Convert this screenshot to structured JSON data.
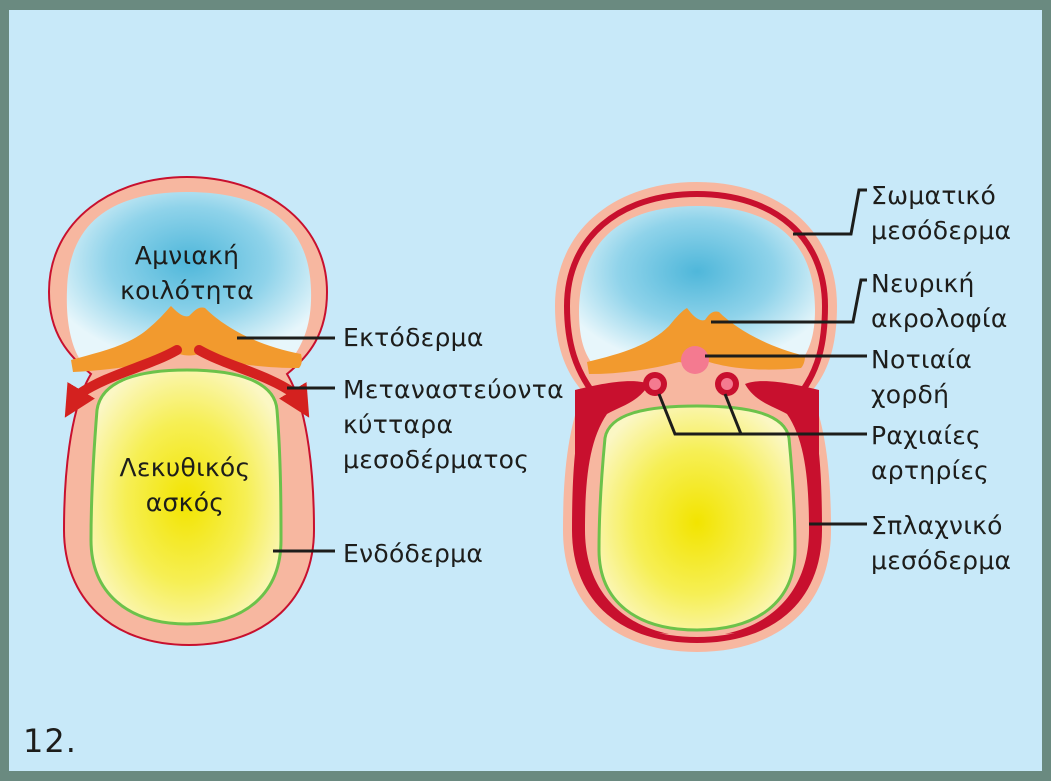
{
  "figure": {
    "number": "12."
  },
  "left_diagram": {
    "amniotic_cavity": [
      "Αμνιακή",
      "κοιλότητα"
    ],
    "yolk_sac": [
      "Λεκυθικός",
      "ασκός"
    ],
    "ectoderm": "Εκτόδερμα",
    "migrating_cells": [
      "Μεταναστεύοντα",
      "κύτταρα",
      "μεσοδέρματος"
    ],
    "endoderm": "Ενδόδερμα"
  },
  "right_diagram": {
    "somatic_mesoderm": [
      "Σωματικό",
      "μεσόδερμα"
    ],
    "neural_crest": [
      "Νευρική",
      "ακρολοφία"
    ],
    "notochord": [
      "Νοτιαία",
      "χορδή"
    ],
    "dorsal_arteries": [
      "Ραχιαίες",
      "αρτηρίες"
    ],
    "splanchnic_mesoderm": [
      "Σπλαχνικό",
      "μεσόδερμα"
    ]
  },
  "colors": {
    "frame": "#6a8a80",
    "background": "#c8e9f9",
    "embryo_tissue": "#f7b7a0",
    "amniotic_fluid": "#5fc2e0",
    "ectoderm": "#f29a2e",
    "yolk": "#f7ef2a",
    "endoderm_line": "#6cc24a",
    "mesoderm": "#c8102e",
    "notochord": "#f47a90"
  }
}
